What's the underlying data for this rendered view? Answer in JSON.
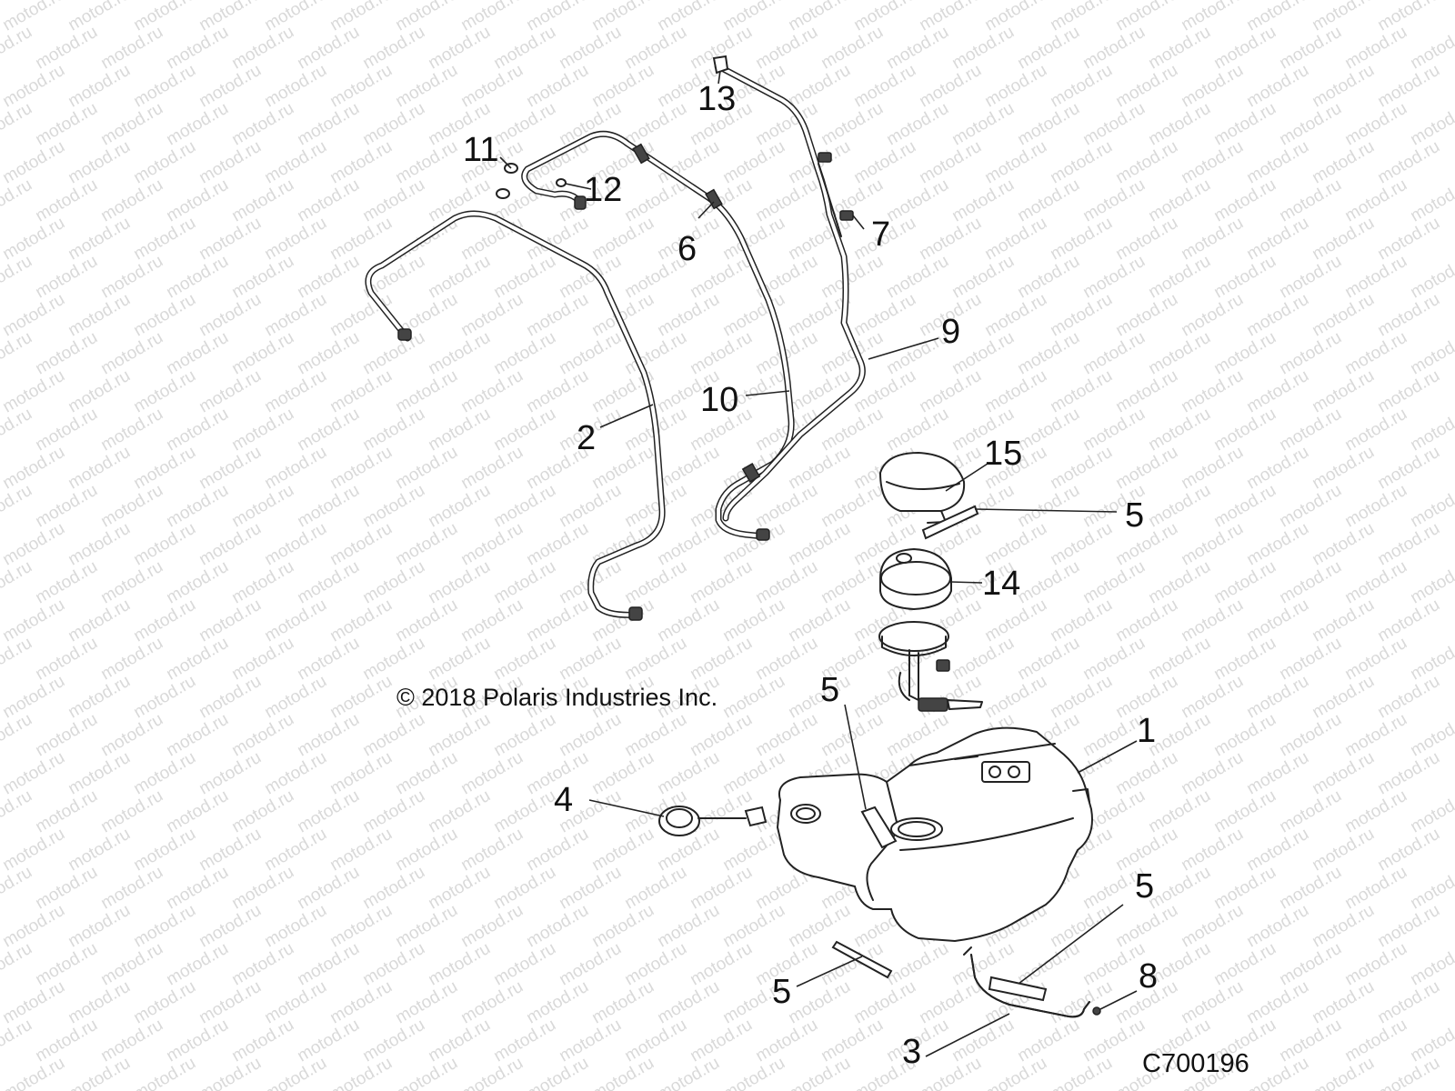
{
  "diagram": {
    "copyright": "© 2018 Polaris Industries Inc.",
    "drawing_code": "C700196",
    "watermark_text": "motod.ru",
    "callouts": [
      {
        "id": "callout-1",
        "label": "1"
      },
      {
        "id": "callout-2",
        "label": "2"
      },
      {
        "id": "callout-3",
        "label": "3"
      },
      {
        "id": "callout-4",
        "label": "4"
      },
      {
        "id": "callout-5a",
        "label": "5"
      },
      {
        "id": "callout-5b",
        "label": "5"
      },
      {
        "id": "callout-5c",
        "label": "5"
      },
      {
        "id": "callout-5d",
        "label": "5"
      },
      {
        "id": "callout-6",
        "label": "6"
      },
      {
        "id": "callout-7",
        "label": "7"
      },
      {
        "id": "callout-8",
        "label": "8"
      },
      {
        "id": "callout-9",
        "label": "9"
      },
      {
        "id": "callout-10",
        "label": "10"
      },
      {
        "id": "callout-11",
        "label": "11"
      },
      {
        "id": "callout-12",
        "label": "12"
      },
      {
        "id": "callout-13",
        "label": "13"
      },
      {
        "id": "callout-14",
        "label": "14"
      },
      {
        "id": "callout-15",
        "label": "15"
      }
    ]
  }
}
